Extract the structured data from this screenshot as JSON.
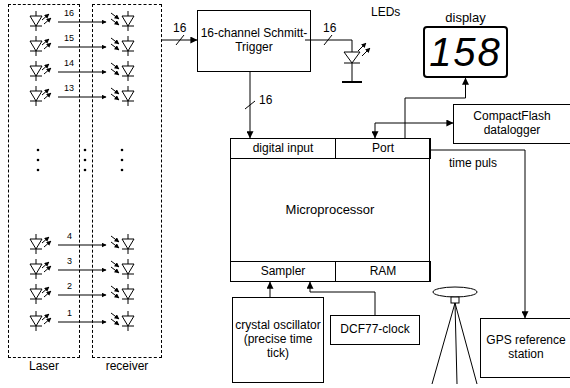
{
  "diagram": {
    "nodes": [
      {
        "text": [
          "Laser"
        ]
      },
      {
        "text": [
          "receiver"
        ]
      },
      {
        "text": [
          "16-channel Schmitt-Trigger"
        ]
      },
      {
        "text": [
          "display",
          "158"
        ]
      },
      {
        "text": [
          "Microprocessor"
        ]
      },
      {
        "text": [
          "digital input"
        ],
        "in": 4
      },
      {
        "text": [
          "Port"
        ],
        "in": 4
      },
      {
        "text": [
          "Sampler"
        ],
        "in": 4
      },
      {
        "text": [
          "RAM"
        ],
        "in": 4
      },
      {
        "text": [
          "CompactFlash datalogger"
        ]
      },
      {
        "text": [
          "crystal oscillator (precise time tick)"
        ]
      },
      {
        "text": [
          "DCF77-clock"
        ]
      },
      {
        "text": [
          "GPS reference station"
        ]
      }
    ],
    "edges": [
      {
        "from": 1,
        "to": 2,
        "arrow": "to",
        "label": "16"
      },
      {
        "from": 2,
        "to": 5,
        "arrow": "to",
        "label": "16"
      },
      {
        "from": 6,
        "to": 3,
        "arrow": "to"
      },
      {
        "from": 6,
        "to": 9,
        "arrow": "both"
      },
      {
        "from": 6,
        "to": 12,
        "arrow": "to",
        "label": "time puls"
      },
      {
        "from": 10,
        "to": 7,
        "arrow": "to"
      },
      {
        "from": 11,
        "to": 7,
        "arrow": "to"
      }
    ],
    "labels": [
      "16",
      "15",
      "14",
      "13",
      "4",
      "3",
      "2",
      "1",
      "16",
      "LEDs"
    ]
  }
}
